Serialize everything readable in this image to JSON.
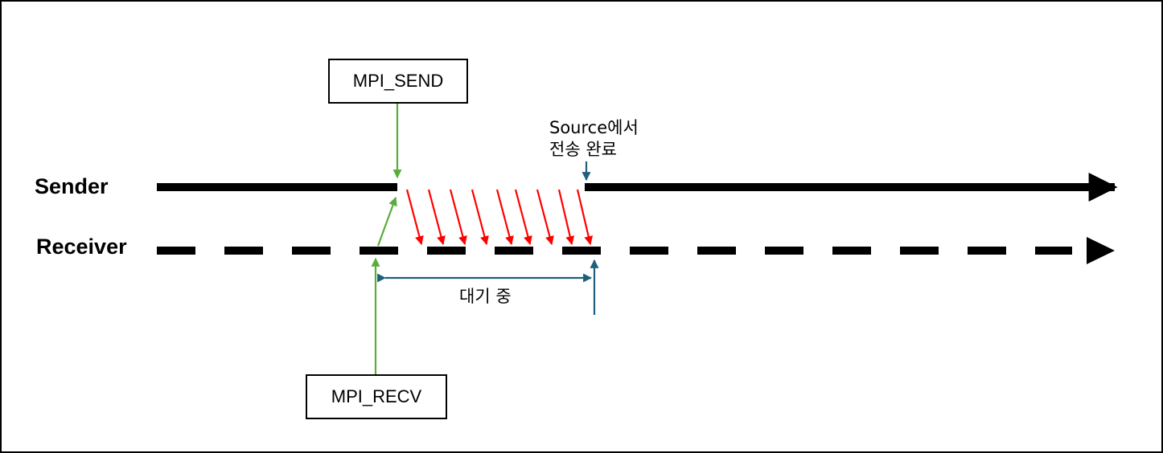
{
  "lanes": {
    "sender": "Sender",
    "receiver": "Receiver"
  },
  "boxes": {
    "send": "MPI_SEND",
    "recv": "MPI_RECV"
  },
  "annotations": {
    "source_complete_line1": "Source에서",
    "source_complete_line2": "전송 완료",
    "waiting": "대기 중"
  },
  "colors": {
    "timeline": "#000000",
    "call_arrow": "#5aad3a",
    "transfer_arrow": "#ff0000",
    "marker_arrow": "#1f5f7a"
  }
}
